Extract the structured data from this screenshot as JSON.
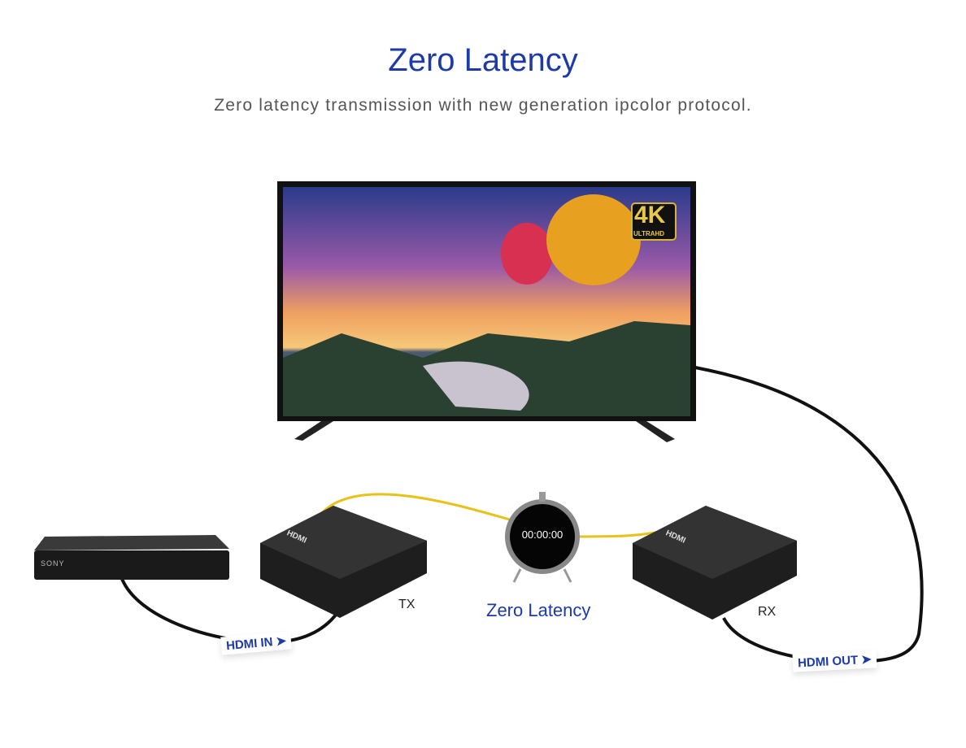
{
  "header": {
    "title": "Zero Latency",
    "subtitle": "Zero latency transmission with new generation ipcolor protocol."
  },
  "tv": {
    "badge_main": "4K",
    "badge_sub": "ULTRAHD"
  },
  "player": {
    "brand": "SONY"
  },
  "devices": {
    "tx_label": "TX",
    "rx_label": "RX",
    "device_brand": "HDMI"
  },
  "timer": {
    "value": "00:00:00",
    "caption": "Zero Latency"
  },
  "cables": {
    "hdmi_in": "HDMI IN ➤",
    "hdmi_out": "HDMI OUT ➤"
  },
  "colors": {
    "accent": "#1d3aa6",
    "fiber": "#e8c21a"
  }
}
